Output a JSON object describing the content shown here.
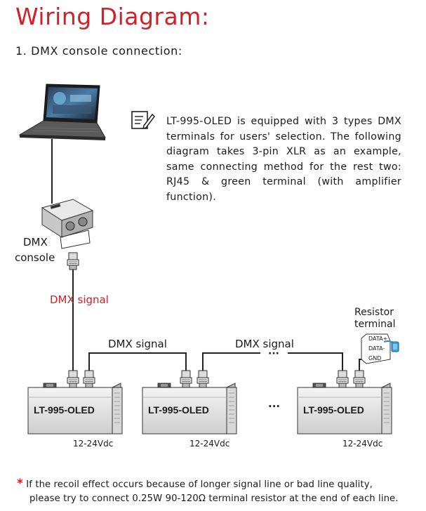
{
  "title": "Wiring Diagram:",
  "subtitle": "1. DMX console connection:",
  "note": "LT-995-OLED is equipped with 3 types DMX terminals for users' selection. The following diagram takes 3-pin XLR as an example, same connecting method for the rest two: RJ45 & green terminal (with amplifier function).",
  "dmx_console_label_1": "DMX",
  "dmx_console_label_2": "console",
  "dmx_signal_red": "DMX signal",
  "dmx_signal_1": "DMX signal",
  "dmx_signal_2": "DMX signal",
  "resistor_label_1": "Resistor",
  "resistor_label_2": "terminal",
  "resistor_pins": [
    "DATA+",
    "DATA-",
    "GND"
  ],
  "device_name": "LT-995-OLED",
  "power": "12-24Vdc",
  "ellipsis": "···",
  "footer_star": "*",
  "footer_line1": "If the recoil effect occurs because of longer signal line or bad line quality,",
  "footer_line2": "please try to connect 0.25W 90-120Ω terminal resistor at the end of each line.",
  "colors": {
    "accent_red": "#d41f26",
    "text": "#1a1a1a"
  },
  "icons": [
    "note-pencil-icon",
    "laptop-icon",
    "dmx-console-icon",
    "xlr-connector-icon",
    "resistor-plug-icon"
  ]
}
